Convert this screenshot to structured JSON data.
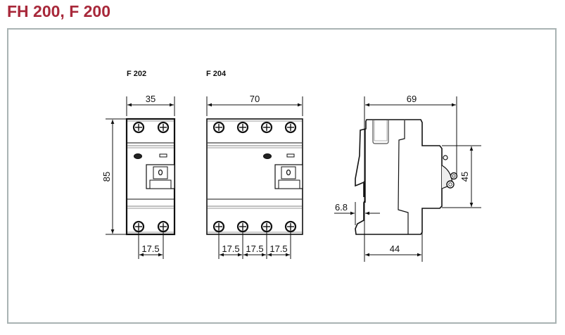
{
  "title": "FH 200, F 200",
  "colors": {
    "title": "#a8283a",
    "frame_border": "#a9b3b3",
    "line": "#111111",
    "grey_line": "#9a9a9a"
  },
  "views": {
    "f202": {
      "label": "F 202",
      "width_dim": "35",
      "height_dim": "85",
      "pitch_dim": "17.5"
    },
    "f204": {
      "label": "F 204",
      "width_dim": "70",
      "pitch_dims": [
        "17.5",
        "17.5",
        "17.5"
      ]
    },
    "side": {
      "depth_dim": "69",
      "front_height_dim": "45",
      "rail_offset_dim": "6.8",
      "rail_depth_dim": "44"
    }
  }
}
